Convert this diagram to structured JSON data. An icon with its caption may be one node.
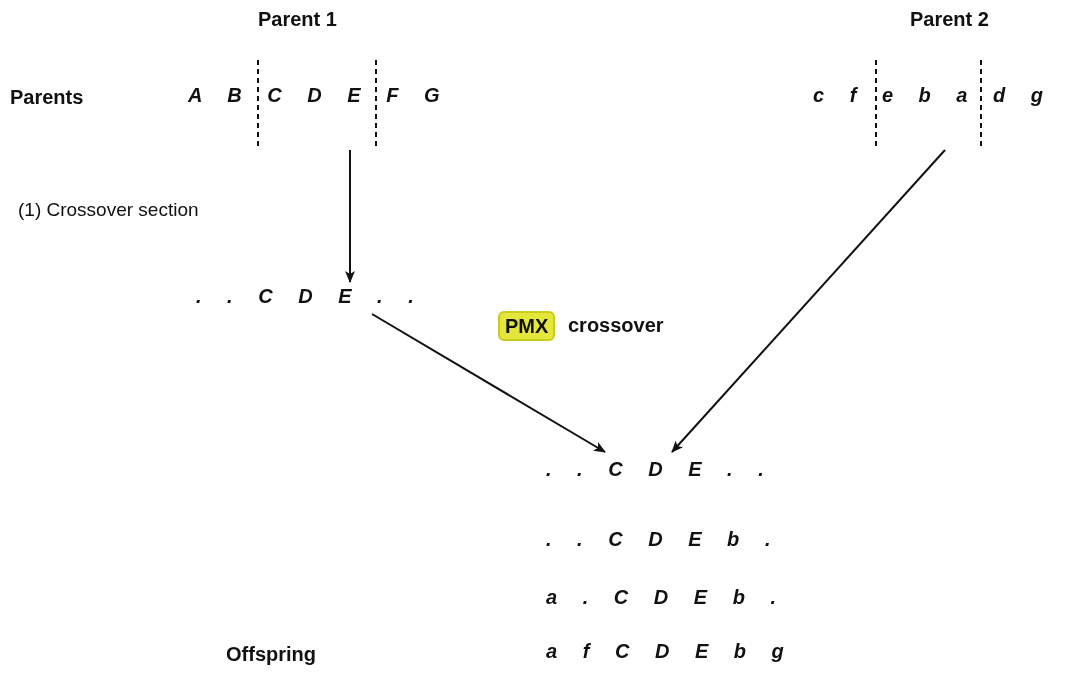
{
  "diagram": {
    "nodes": [
      {
        "text": [
          "Parent 1",
          "A B C D E F G"
        ]
      },
      {
        "text": [
          "Parent 2",
          "c f e b a d g"
        ]
      },
      {
        "text": [
          ". . C D E . ."
        ]
      },
      {
        "text": [
          ". . C D E . ."
        ]
      },
      {
        "text": [
          "PMX"
        ],
        "beside": [
          "crossover"
        ]
      }
    ],
    "edges": [
      {
        "from": 0,
        "to": 2,
        "arrow": "to"
      },
      {
        "from": 2,
        "to": 3,
        "arrow": "to"
      },
      {
        "from": 1,
        "to": 3,
        "arrow": "to"
      }
    ],
    "labels": [
      "Parents",
      "(1) Crossover section",
      ". . C D E b .",
      "a . C D E b .",
      "a f C D E b g",
      "Offspring"
    ]
  }
}
